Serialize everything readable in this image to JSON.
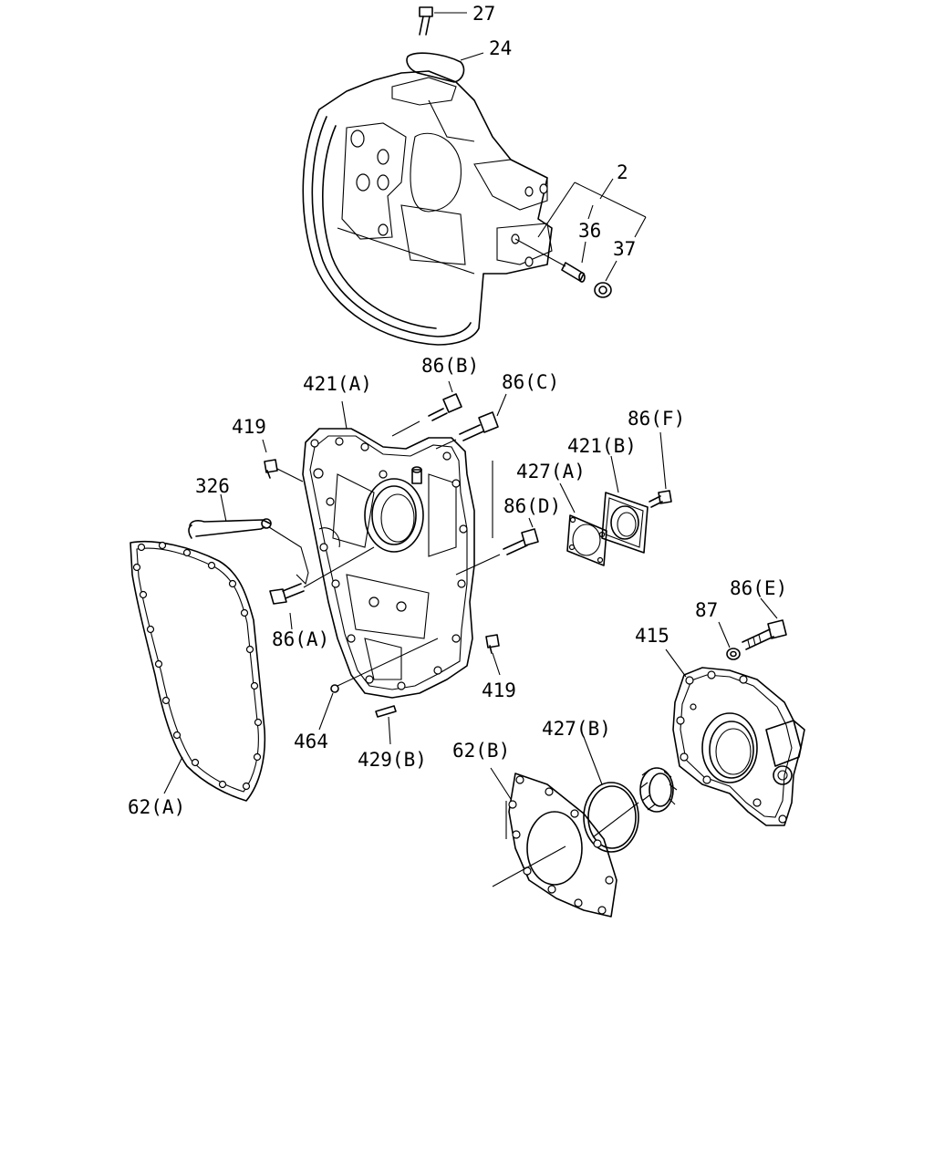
{
  "colors": {
    "line": "#000000",
    "background": "#ffffff"
  },
  "labels": {
    "p27": "27",
    "p24": "24",
    "p2": "2",
    "p36": "36",
    "p37": "37",
    "p421a": "421(A)",
    "p86b": "86(B)",
    "p86c": "86(C)",
    "p419a": "419",
    "p86f": "86(F)",
    "p421b": "421(B)",
    "p427a": "427(A)",
    "p326": "326",
    "p86d": "86(D)",
    "p86a": "86(A)",
    "p86e": "86(E)",
    "p87": "87",
    "p415": "415",
    "p419b": "419",
    "p464": "464",
    "p429b": "429(B)",
    "p427b": "427(B)",
    "p62b": "62(B)",
    "p62a": "62(A)"
  }
}
